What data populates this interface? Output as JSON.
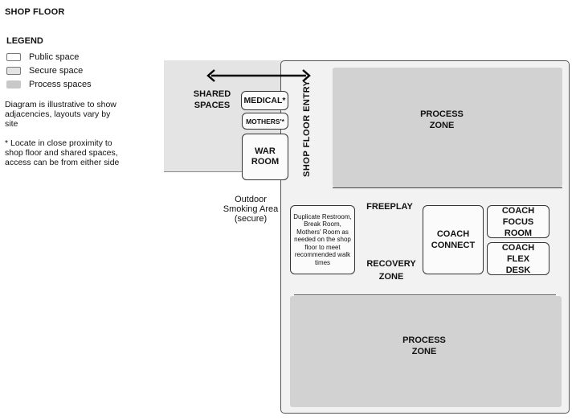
{
  "page_title": "SHOP FLOOR",
  "legend": {
    "title": "LEGEND",
    "items": [
      {
        "label": "Public space",
        "color": "#ffffff"
      },
      {
        "label": "Secure space",
        "color": "#e4e4e4"
      },
      {
        "label": "Process spaces",
        "color": "#c8c8c8"
      }
    ]
  },
  "notes": {
    "illustrative": "Diagram is illustrative to show adjacencies, layouts vary by site",
    "proximity": "* Locate in close proximity to shop floor and shared spaces, access can be from either side"
  },
  "diagram": {
    "shared_spaces": "SHARED SPACES",
    "shop_floor_entry": "SHOP  FLOOR ENTRY",
    "medical": "MEDICAL*",
    "mothers": "MOTHERS'*",
    "war_room": "WAR ROOM",
    "outdoor_smoking": "Outdoor Smoking Area (secure)",
    "process_zone_top": "PROCESS ZONE",
    "process_zone_bottom": "PROCESS ZONE",
    "freeplay": "FREEPLAY",
    "recovery_zone": "RECOVERY ZONE",
    "duplicate_restroom": "Duplicate Restroom, Break Room, Mothers' Room as needed on the shop floor to meet recommended walk times",
    "coach_connect": "COACH CONNECT",
    "coach_focus_room": "COACH FOCUS ROOM",
    "coach_flex_desk": "COACH FLEX DESK"
  }
}
